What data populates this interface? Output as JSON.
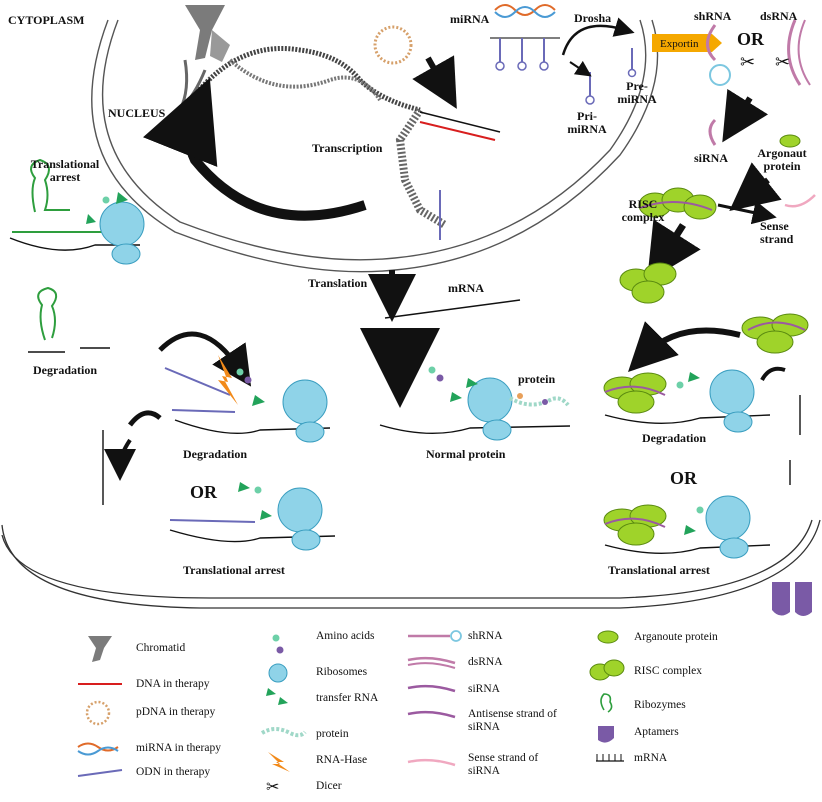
{
  "labels": {
    "cytoplasm": "CYTOPLASM",
    "nucleus": "NUCLEUS",
    "mirna": "miRNA",
    "drosha": "Drosha",
    "exportin": "Exportin",
    "shrna": "shRNA",
    "dsrna": "dsRNA",
    "or": "OR",
    "pre_mirna_1": "Pre-",
    "pre_mirna_2": "miRNA",
    "pri_mirna_1": "Pri-",
    "pri_mirna_2": "miRNA",
    "sirna": "siRNA",
    "argonaut_1": "Argonaut",
    "argonaut_2": "protein",
    "risc_1": "RISC",
    "risc_2": "complex",
    "sense_1": "Sense",
    "sense_2": "strand",
    "transcription": "Transcription",
    "translational_arrest_top_1": "Translational",
    "translational_arrest_top_2": "arrest",
    "degradation_left": "Degradation",
    "translation": "Translation",
    "mrna": "mRNA",
    "protein": "protein",
    "normal_protein": "Normal protein",
    "degradation_mid": "Degradation",
    "or_mid": "OR",
    "translational_arrest_mid": "Translational arrest",
    "degradation_right": "Degradation",
    "or_right": "OR",
    "translational_arrest_right": "Translational arrest"
  },
  "legend": {
    "col1": [
      "Chromatid",
      "DNA in therapy",
      "pDNA in therapy",
      "miRNA in therapy",
      "ODN in therapy"
    ],
    "col2": [
      "Amino acids",
      "Ribosomes",
      "transfer RNA",
      "protein",
      "RNA-Hase",
      "Dicer"
    ],
    "col3": [
      "shRNA",
      "dsRNA",
      "siRNA",
      "Antisense strand of",
      "siRNA",
      "Sense strand of",
      "siRNA"
    ],
    "col4": [
      "Arganoute protein",
      "RISC complex",
      "Ribozymes",
      "Aptamers",
      "mRNA"
    ]
  },
  "icons": [
    "chromatid-icon",
    "red-dna-icon",
    "pdna-icon",
    "mirna-helix-icon",
    "odn-icon",
    "amino-acids-icon",
    "ribosome-icon",
    "trna-icon",
    "protein-chain-icon",
    "rnase-bolt-icon",
    "dicer-scissors-icon",
    "shrna-icon",
    "dsrna-icon",
    "sirna-icon",
    "antisense-icon",
    "sense-icon",
    "argonaute-icon",
    "risc-icon",
    "ribozyme-icon",
    "aptamer-icon",
    "mrna-icon"
  ],
  "colors": {
    "ribosome": "#8fd3e8",
    "trna": "#22a35a",
    "dna_red": "#d81e1e",
    "odn_blue": "#6a6ab8",
    "argonaute": "#9fd32a",
    "rnase": "#f28a1a",
    "shrna": "#c07aa8",
    "aptamer": "#7a5aa6",
    "exportin": "#f5a800",
    "ribozyme": "#2e9e3e"
  }
}
